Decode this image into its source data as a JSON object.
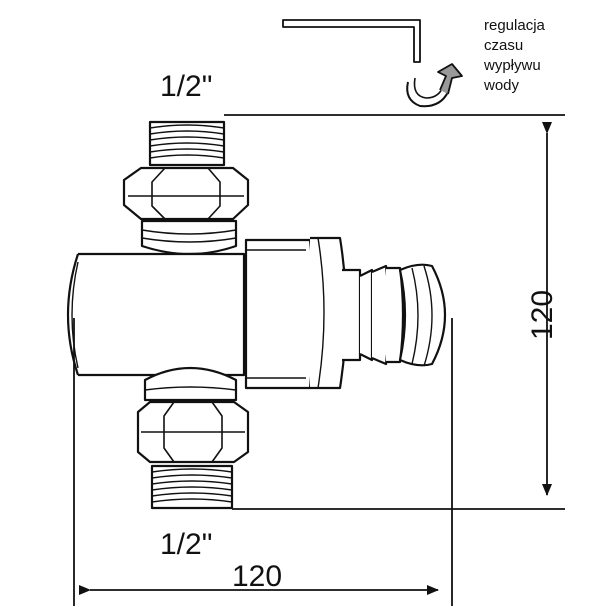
{
  "labels": {
    "thread_top": "1/2\"",
    "thread_bottom": "1/2\"",
    "height_dim": "120",
    "width_dim": "120"
  },
  "annotation": {
    "lines": [
      "regulacja",
      "czasu",
      "wypływu",
      "wody"
    ]
  },
  "icons": {
    "hex_key": "hex-key-icon",
    "rotation": "rotation-arrow-icon"
  }
}
